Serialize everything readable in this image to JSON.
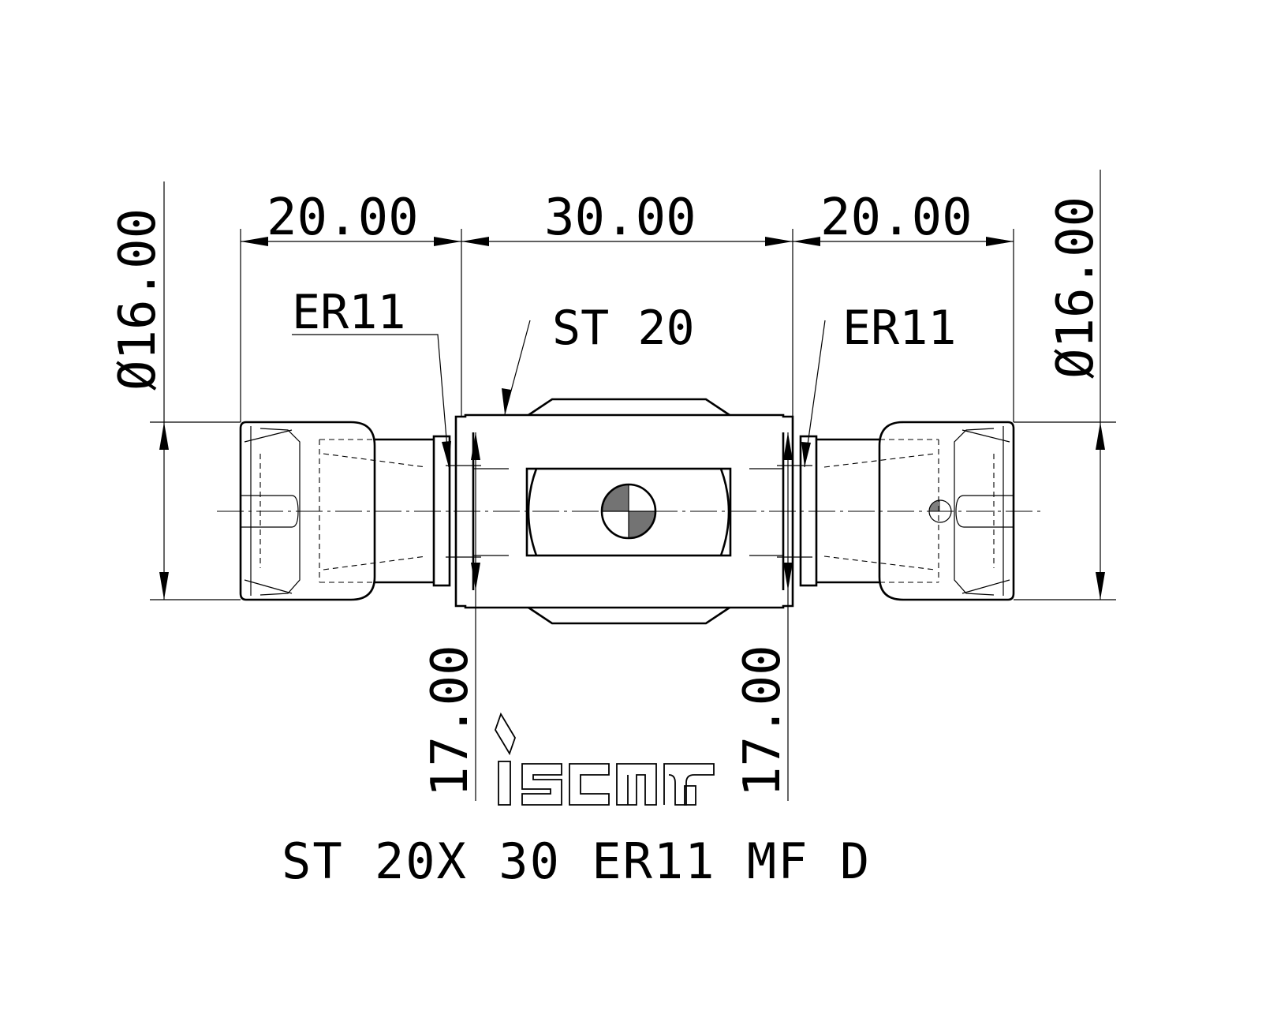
{
  "dimensions": {
    "left_length": "20.00",
    "center_length": "30.00",
    "right_length": "20.00",
    "left_diameter": "Ø16.00",
    "right_diameter": "Ø16.00",
    "left_height": "17.00",
    "right_height": "17.00"
  },
  "labels": {
    "collet_left": "ER11",
    "shank": "ST 20",
    "collet_right": "ER11"
  },
  "part_number": "ST 20X 30 ER11 MF D",
  "brand_logo": "iscar-logo",
  "colors": {
    "line": "#000000",
    "background": "#ffffff"
  }
}
